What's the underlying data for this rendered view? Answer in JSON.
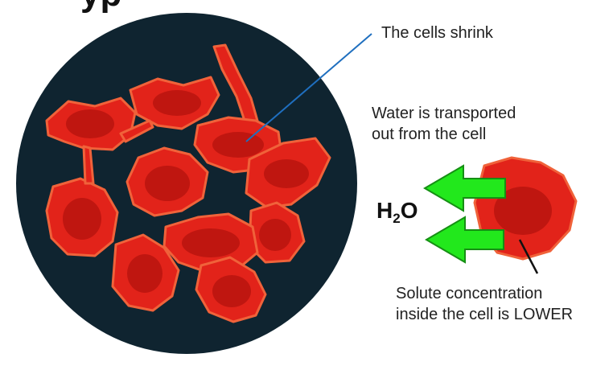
{
  "title_fragment": "yp",
  "labels": {
    "cells_shrink": "The cells shrink",
    "water_line1": "Water is transported",
    "water_line2": "out from the cell",
    "solute_line1": "Solute concentration",
    "solute_line2": "inside the cell is LOWER"
  },
  "molecule": {
    "h": "H",
    "sub": "2",
    "o": "O"
  },
  "colors": {
    "background_circle": "#0f2430",
    "cell_red": "#e2231a",
    "cell_dark": "#b3130e",
    "cell_light": "#f0623a",
    "arrow_green": "#22e81c",
    "pointer_blue": "#1f6fbf"
  }
}
